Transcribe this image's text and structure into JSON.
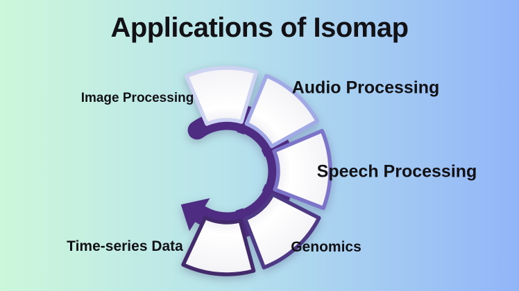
{
  "title": "Applications of Isomap",
  "colors": {
    "bg-left": "#cdf7da",
    "bg-mid": "#b7e2ec",
    "bg-right": "#92b5f8",
    "text": "#111116",
    "arrow": "#4e2c82"
  },
  "diagram": {
    "type": "circular-process-arrow",
    "direction": "clockwise",
    "open_side": "left",
    "segments": [
      {
        "label": "Image Processing",
        "border_color": "#cdd4f1",
        "position": "top-left"
      },
      {
        "label": "Audio Processing",
        "border_color": "#a2aae6",
        "position": "top-right"
      },
      {
        "label": "Speech Processing",
        "border_color": "#7b74c8",
        "position": "right"
      },
      {
        "label": "Genomics",
        "border_color": "#4e3985",
        "position": "bottom-right"
      },
      {
        "label": "Time-series Data",
        "border_color": "#432a6b",
        "position": "bottom-left"
      }
    ]
  }
}
